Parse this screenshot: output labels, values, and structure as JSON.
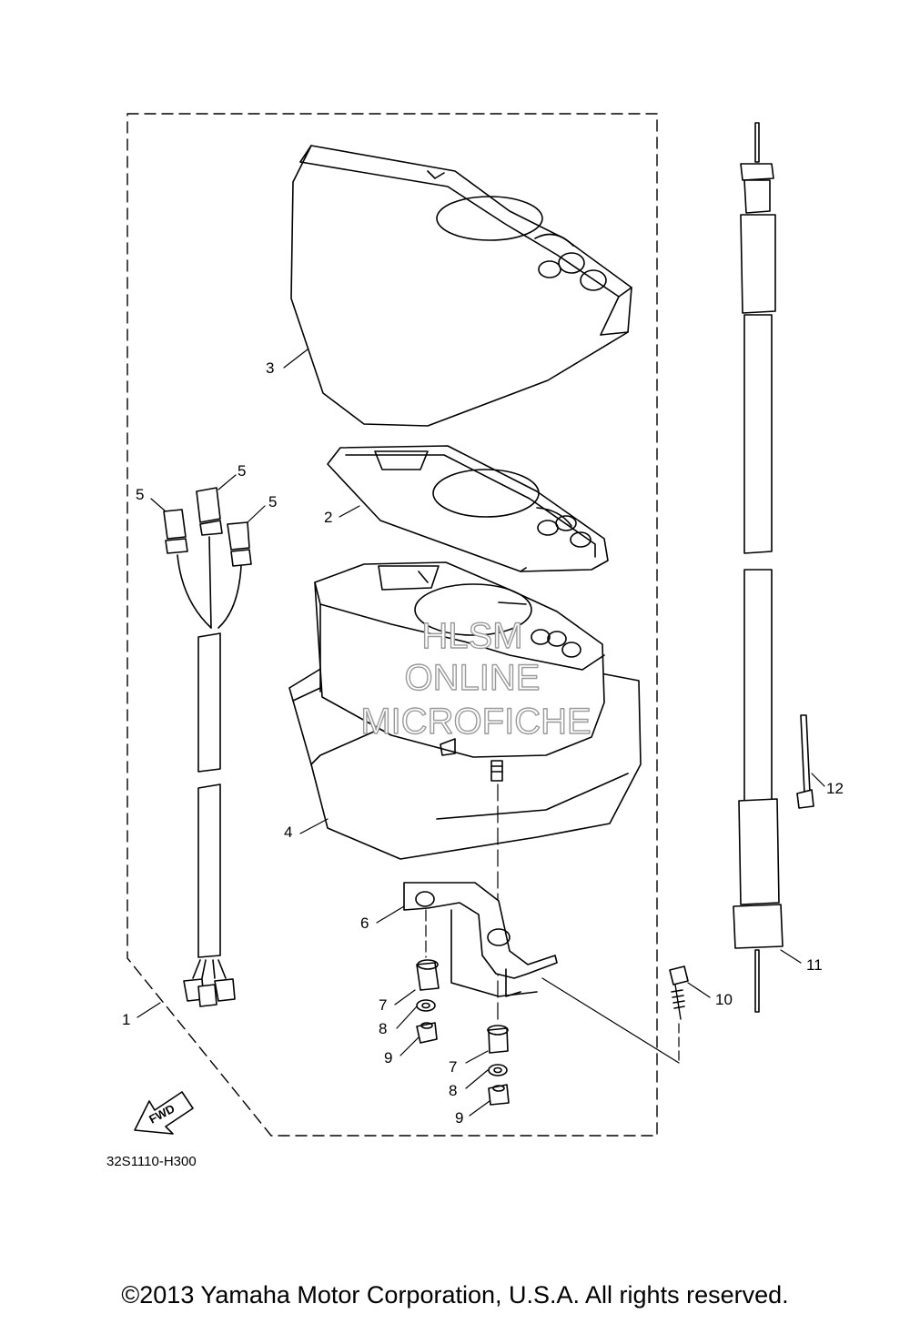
{
  "diagram_ref": "32S1110-H300",
  "copyright": "©2013 Yamaha Motor Corporation, U.S.A. All rights reserved.",
  "watermark": [
    "HLSM",
    "ONLINE",
    "MICROFICHE"
  ],
  "fwd_label": "FWD",
  "callouts": {
    "c1": "1",
    "c2": "2",
    "c3": "3",
    "c4": "4",
    "c5a": "5",
    "c5b": "5",
    "c5c": "5",
    "c6": "6",
    "c7a": "7",
    "c7b": "7",
    "c8a": "8",
    "c8b": "8",
    "c9a": "9",
    "c9b": "9",
    "c10": "10",
    "c11": "11",
    "c12": "12"
  }
}
